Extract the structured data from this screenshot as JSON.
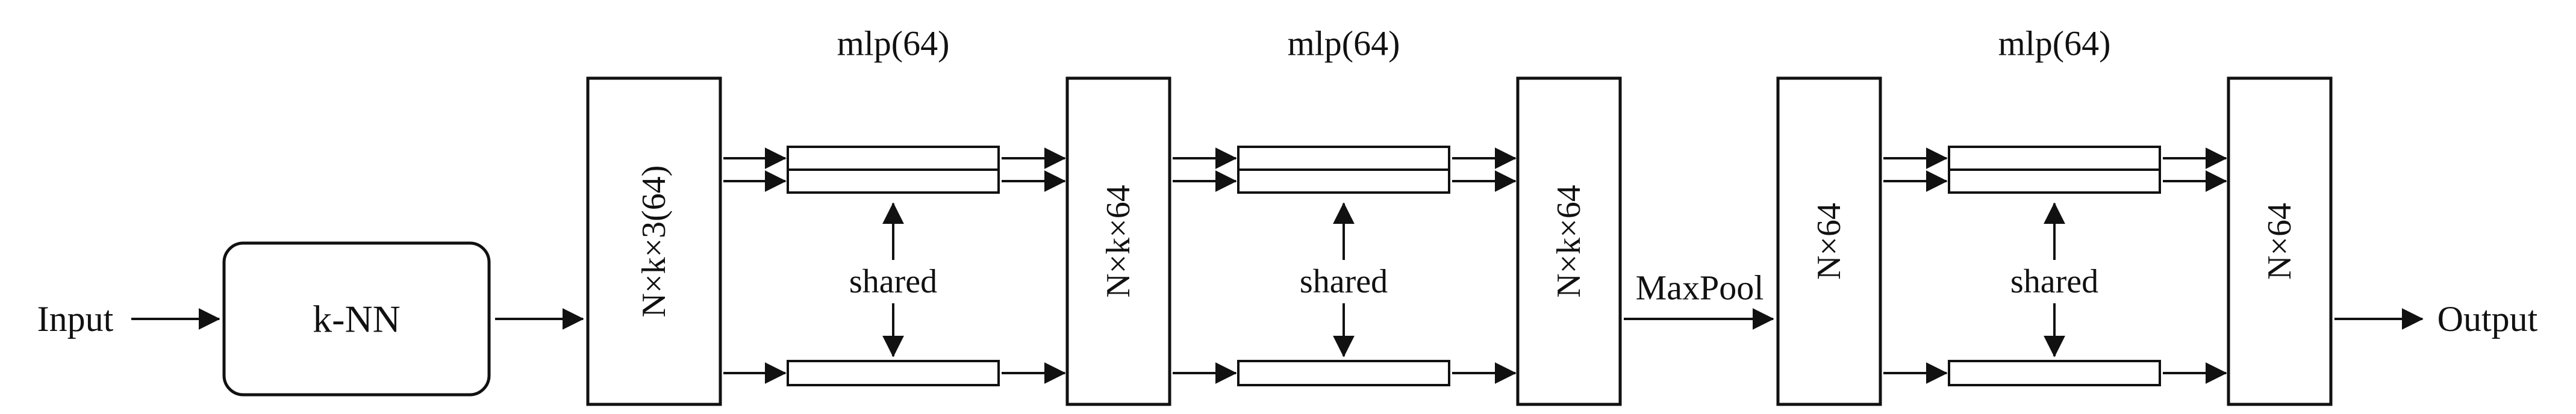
{
  "figure": {
    "input_label": "Input",
    "knn_label": "k-NN",
    "maxpool_label": "MaxPool",
    "output_label": "Output",
    "blocks": [
      {
        "label": "N×k×3(64)"
      },
      {
        "label": "N×k×64"
      },
      {
        "label": "N×k×64"
      },
      {
        "label": "N×64"
      },
      {
        "label": "N×64"
      }
    ],
    "mlp_groups": [
      {
        "label": "mlp(64)",
        "shared_label": "shared"
      },
      {
        "label": "mlp(64)",
        "shared_label": "shared"
      },
      {
        "label": "mlp(64)",
        "shared_label": "shared"
      }
    ],
    "colors": {
      "stroke": "#111111",
      "fill": "#ffffff",
      "background": "#ffffff"
    }
  }
}
